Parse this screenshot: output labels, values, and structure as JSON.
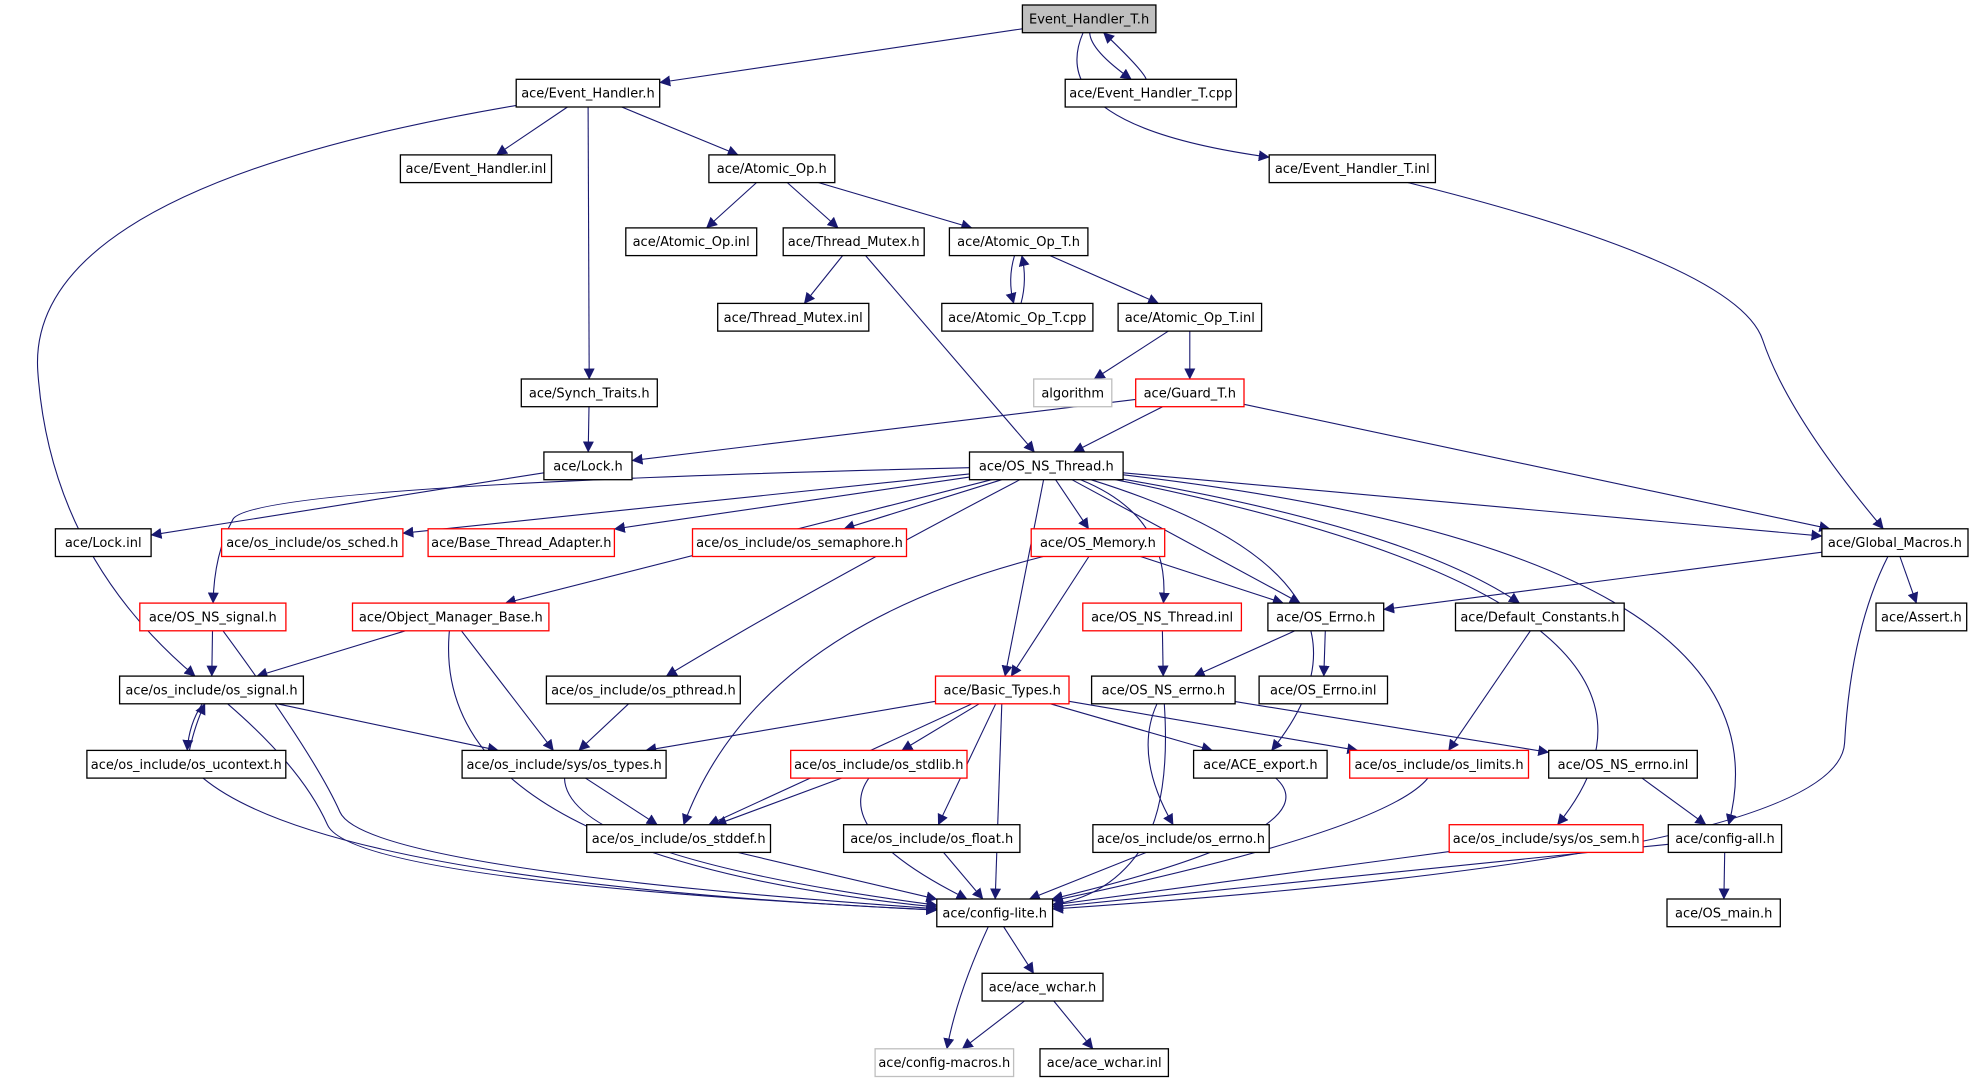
{
  "colors": {
    "edge": "#191970",
    "root_fill": "#bfbfbf",
    "node_border": "#000000",
    "truncated_border": "#ff0000",
    "external_border": "#bfbfbf",
    "external_text": "#333333"
  },
  "nodes": [
    {
      "id": "root",
      "label": "Event_Handler_T.h",
      "kind": "root"
    },
    {
      "id": "eh_cpp",
      "label": "ace/Event_Handler_T.cpp",
      "kind": "normal"
    },
    {
      "id": "eh",
      "label": "ace/Event_Handler.h",
      "kind": "normal"
    },
    {
      "id": "eh_inl",
      "label": "ace/Event_Handler.inl",
      "kind": "normal"
    },
    {
      "id": "aop",
      "label": "ace/Atomic_Op.h",
      "kind": "normal"
    },
    {
      "id": "eht_inl",
      "label": "ace/Event_Handler_T.inl",
      "kind": "normal"
    },
    {
      "id": "aop_inl",
      "label": "ace/Atomic_Op.inl",
      "kind": "normal"
    },
    {
      "id": "tm",
      "label": "ace/Thread_Mutex.h",
      "kind": "normal"
    },
    {
      "id": "aopt",
      "label": "ace/Atomic_Op_T.h",
      "kind": "normal"
    },
    {
      "id": "tm_inl",
      "label": "ace/Thread_Mutex.inl",
      "kind": "normal"
    },
    {
      "id": "aopt_cpp",
      "label": "ace/Atomic_Op_T.cpp",
      "kind": "normal"
    },
    {
      "id": "aopt_inl",
      "label": "ace/Atomic_Op_T.inl",
      "kind": "normal"
    },
    {
      "id": "synch",
      "label": "ace/Synch_Traits.h",
      "kind": "normal"
    },
    {
      "id": "algo",
      "label": "algorithm",
      "kind": "external"
    },
    {
      "id": "guard",
      "label": "ace/Guard_T.h",
      "kind": "truncated"
    },
    {
      "id": "lock",
      "label": "ace/Lock.h",
      "kind": "normal"
    },
    {
      "id": "osnst",
      "label": "ace/OS_NS_Thread.h",
      "kind": "normal"
    },
    {
      "id": "lock_inl",
      "label": "ace/Lock.inl",
      "kind": "normal"
    },
    {
      "id": "sched",
      "label": "ace/os_include/os_sched.h",
      "kind": "truncated"
    },
    {
      "id": "bta",
      "label": "ace/Base_Thread_Adapter.h",
      "kind": "truncated"
    },
    {
      "id": "sem",
      "label": "ace/os_include/os_semaphore.h",
      "kind": "truncated"
    },
    {
      "id": "osmem",
      "label": "ace/OS_Memory.h",
      "kind": "truncated"
    },
    {
      "id": "gm",
      "label": "ace/Global_Macros.h",
      "kind": "normal"
    },
    {
      "id": "osnssig",
      "label": "ace/OS_NS_signal.h",
      "kind": "truncated"
    },
    {
      "id": "omb",
      "label": "ace/Object_Manager_Base.h",
      "kind": "truncated"
    },
    {
      "id": "osnst_inl",
      "label": "ace/OS_NS_Thread.inl",
      "kind": "truncated"
    },
    {
      "id": "oserrno",
      "label": "ace/OS_Errno.h",
      "kind": "normal"
    },
    {
      "id": "defc",
      "label": "ace/Default_Constants.h",
      "kind": "normal"
    },
    {
      "id": "assert",
      "label": "ace/Assert.h",
      "kind": "normal"
    },
    {
      "id": "ossig",
      "label": "ace/os_include/os_signal.h",
      "kind": "normal"
    },
    {
      "id": "pthread",
      "label": "ace/os_include/os_pthread.h",
      "kind": "normal"
    },
    {
      "id": "bt",
      "label": "ace/Basic_Types.h",
      "kind": "truncated"
    },
    {
      "id": "osnserrno",
      "label": "ace/OS_NS_errno.h",
      "kind": "normal"
    },
    {
      "id": "oserrno_inl",
      "label": "ace/OS_Errno.inl",
      "kind": "normal"
    },
    {
      "id": "ucontext",
      "label": "ace/os_include/os_ucontext.h",
      "kind": "normal"
    },
    {
      "id": "systypes",
      "label": "ace/os_include/sys/os_types.h",
      "kind": "normal"
    },
    {
      "id": "stdlib",
      "label": "ace/os_include/os_stdlib.h",
      "kind": "truncated"
    },
    {
      "id": "export",
      "label": "ace/ACE_export.h",
      "kind": "normal"
    },
    {
      "id": "limits",
      "label": "ace/os_include/os_limits.h",
      "kind": "truncated"
    },
    {
      "id": "osnserrno_inl",
      "label": "ace/OS_NS_errno.inl",
      "kind": "normal"
    },
    {
      "id": "stddef",
      "label": "ace/os_include/os_stddef.h",
      "kind": "normal"
    },
    {
      "id": "float",
      "label": "ace/os_include/os_float.h",
      "kind": "normal"
    },
    {
      "id": "oserrnoh",
      "label": "ace/os_include/os_errno.h",
      "kind": "normal"
    },
    {
      "id": "syssem",
      "label": "ace/os_include/sys/os_sem.h",
      "kind": "truncated"
    },
    {
      "id": "configall",
      "label": "ace/config-all.h",
      "kind": "normal"
    },
    {
      "id": "configlite",
      "label": "ace/config-lite.h",
      "kind": "normal"
    },
    {
      "id": "osmain",
      "label": "ace/OS_main.h",
      "kind": "normal"
    },
    {
      "id": "wchar",
      "label": "ace/ace_wchar.h",
      "kind": "normal"
    },
    {
      "id": "cmacros",
      "label": "ace/config-macros.h",
      "kind": "external"
    },
    {
      "id": "wchar_inl",
      "label": "ace/ace_wchar.inl",
      "kind": "normal"
    }
  ]
}
